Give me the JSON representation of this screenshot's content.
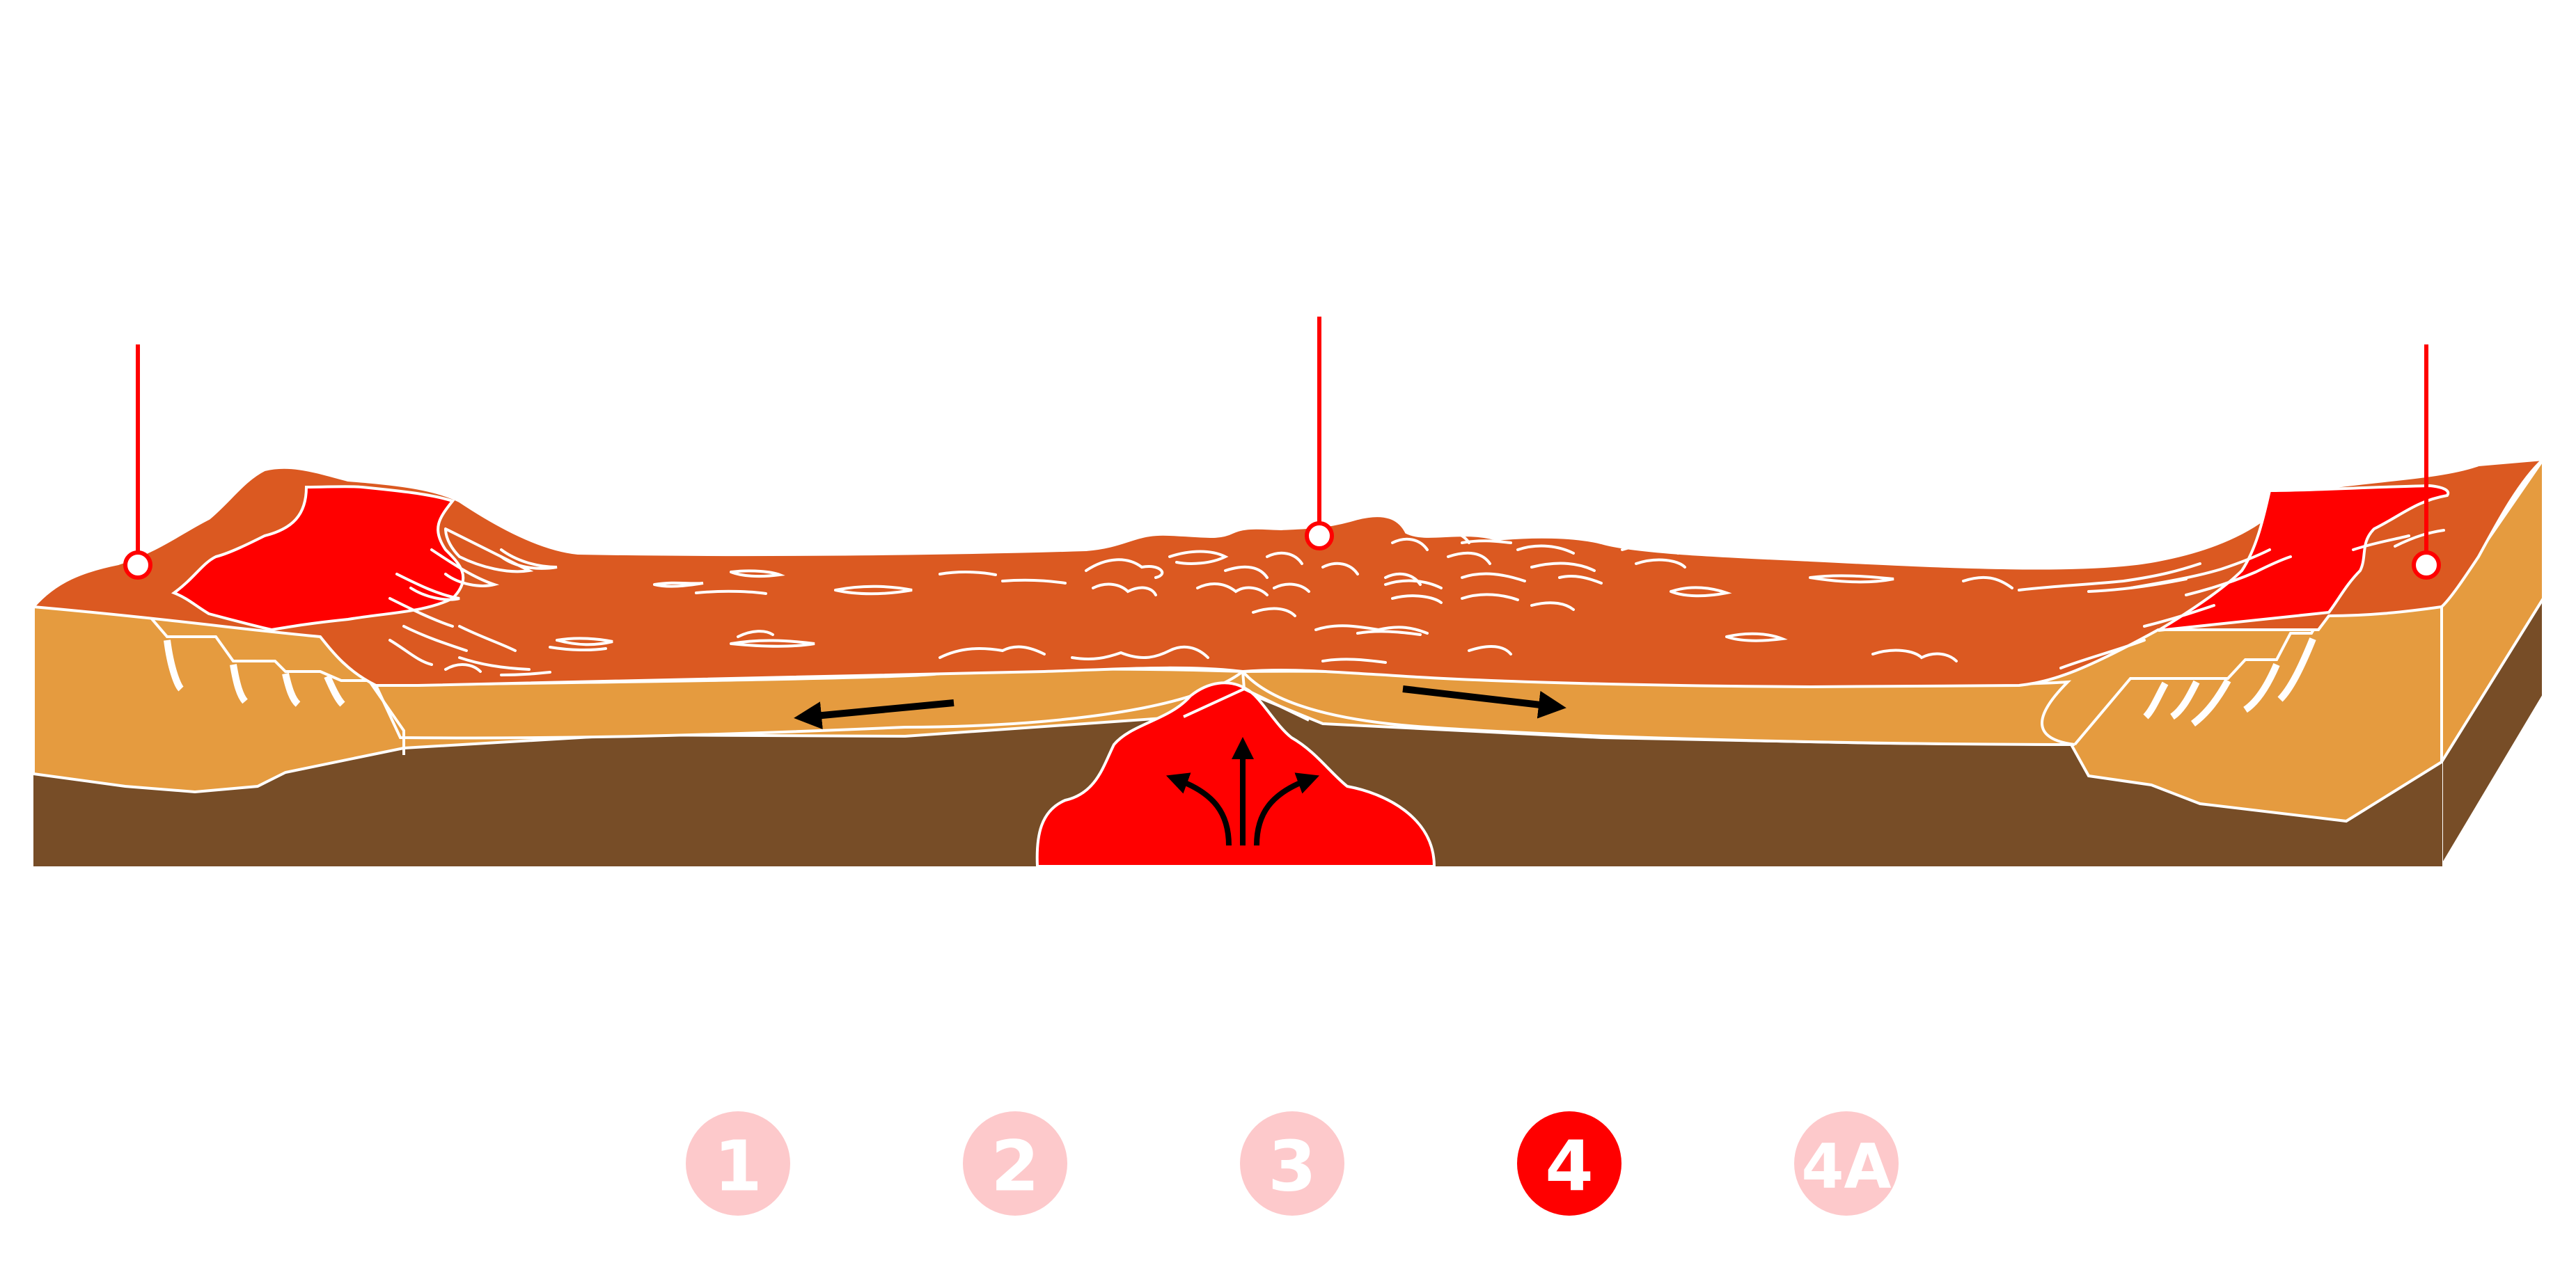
{
  "colors": {
    "mantle": "#774D27",
    "crust": "#E59B3F",
    "ocean": "#DB5921",
    "magma": "#FF0000",
    "outline": "#FFFFFF",
    "arrow": "#000000",
    "step_inactive": "#FDC9CB",
    "step_active": "#FF0000"
  },
  "arrows": {
    "plate_motion_left": "arrow-left-icon",
    "plate_motion_right": "arrow-right-icon",
    "magma_upwelling": "arrow-up-icon"
  },
  "steps": [
    {
      "label": "1",
      "active": false
    },
    {
      "label": "2",
      "active": false
    },
    {
      "label": "3",
      "active": false
    },
    {
      "label": "4",
      "active": true
    },
    {
      "label": "4A",
      "active": false
    }
  ]
}
